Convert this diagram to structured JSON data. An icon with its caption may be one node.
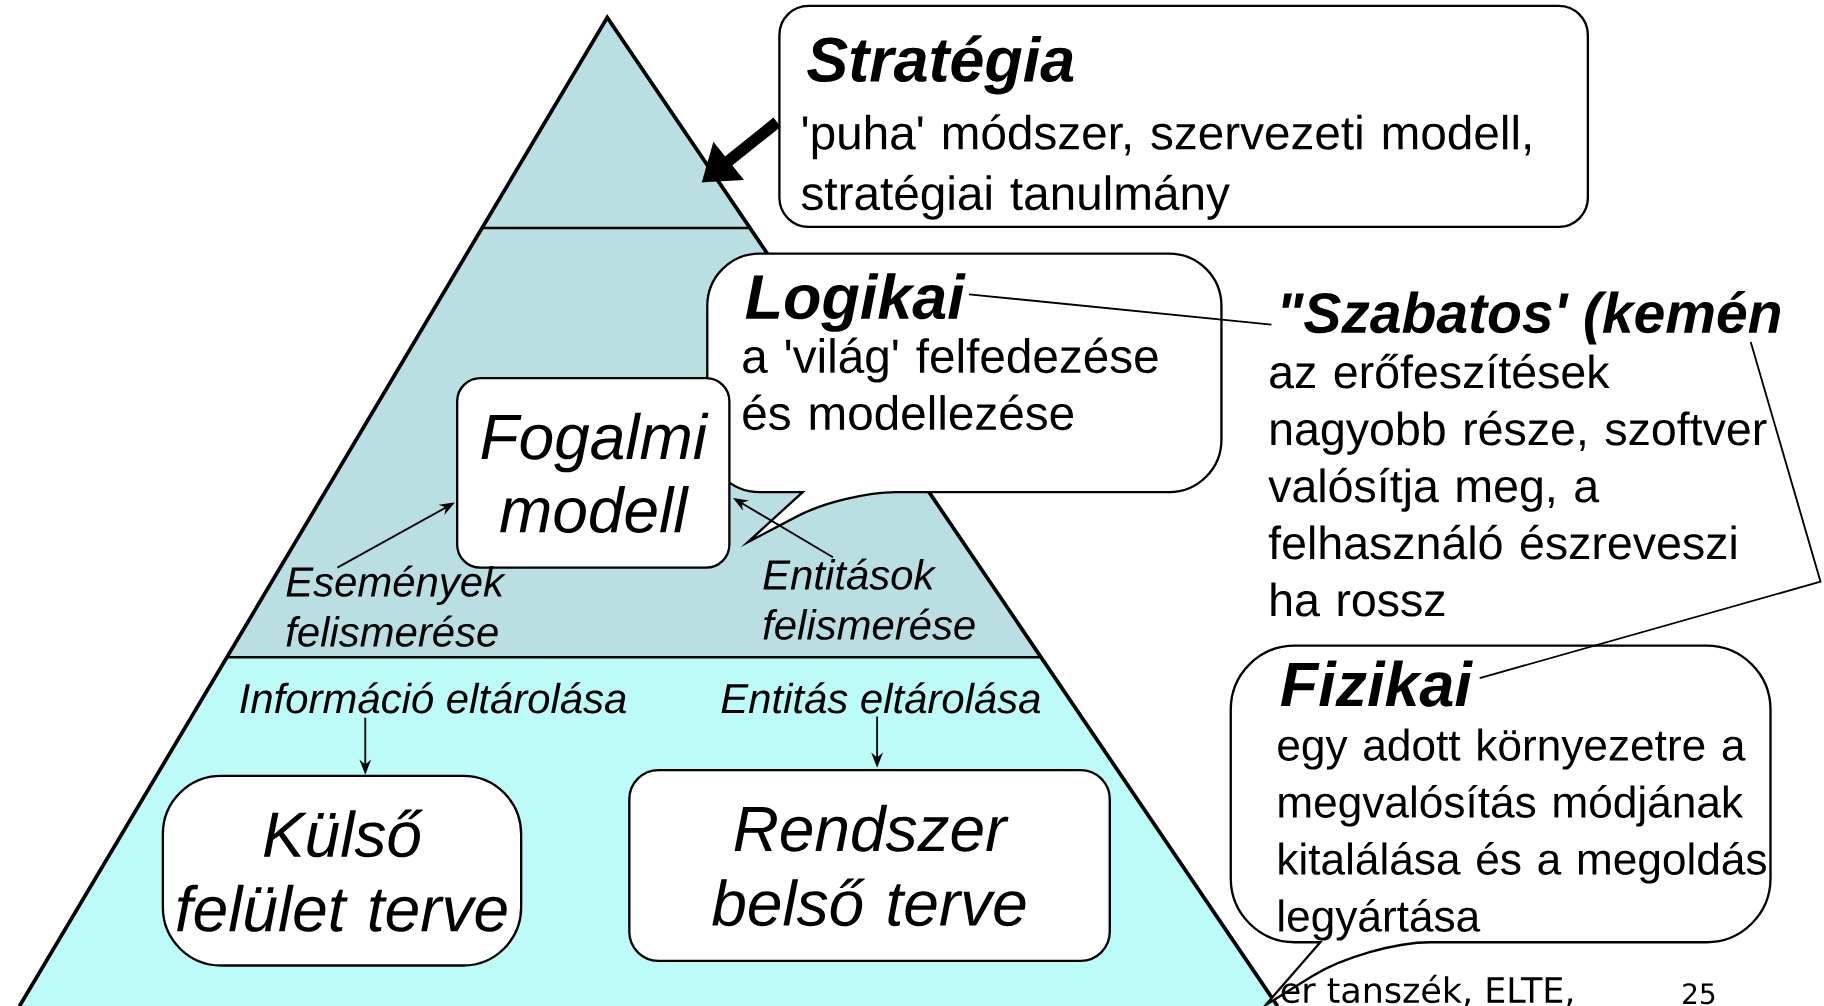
{
  "diagram": {
    "nodes": [
      {
        "text": [],
        "shape": "triangle"
      },
      {
        "text": [
          "Stratégia",
          "'puha' módszer, szervezeti modell, stratégiai tanulmány"
        ]
      },
      {
        "text": [
          "Logikai",
          "a 'világ' felfedezése és modellezése"
        ]
      },
      {
        "text": [
          "Fogalmi modell"
        ]
      },
      {
        "text": [
          "Események felismerése"
        ]
      },
      {
        "text": [
          "Entitások felismerése"
        ]
      },
      {
        "text": [
          "\"Szabatos' (kemén",
          "az erőfeszítések nagyobb része, szoftver valósítja meg, a felhasználó észreveszi ha rossz"
        ]
      },
      {
        "text": [
          "Információ eltárolása"
        ]
      },
      {
        "text": [
          "Entitás eltárolása"
        ]
      },
      {
        "text": [
          "Külső felület terve"
        ]
      },
      {
        "text": [
          "Rendszer belső terve"
        ]
      },
      {
        "text": [
          "Fizikai",
          "egy adott környezetre a megvalósítás módjának kitalálása és a megoldás legyártása"
        ]
      }
    ],
    "edges": [
      {
        "from": 1,
        "to": 0,
        "arrow": "to",
        "style": "thick"
      },
      {
        "from": 4,
        "to": 3,
        "arrow": "to"
      },
      {
        "from": 5,
        "to": 3,
        "arrow": "to"
      },
      {
        "from": 7,
        "to": 9,
        "arrow": "to"
      },
      {
        "from": 8,
        "to": 10,
        "arrow": "to"
      },
      {
        "from": 2,
        "to": 6,
        "arrow": "none"
      },
      {
        "from": 6,
        "to": 11,
        "arrow": "none"
      }
    ],
    "labels": [
      "er tanszék, ELTE,",
      "25"
    ]
  }
}
